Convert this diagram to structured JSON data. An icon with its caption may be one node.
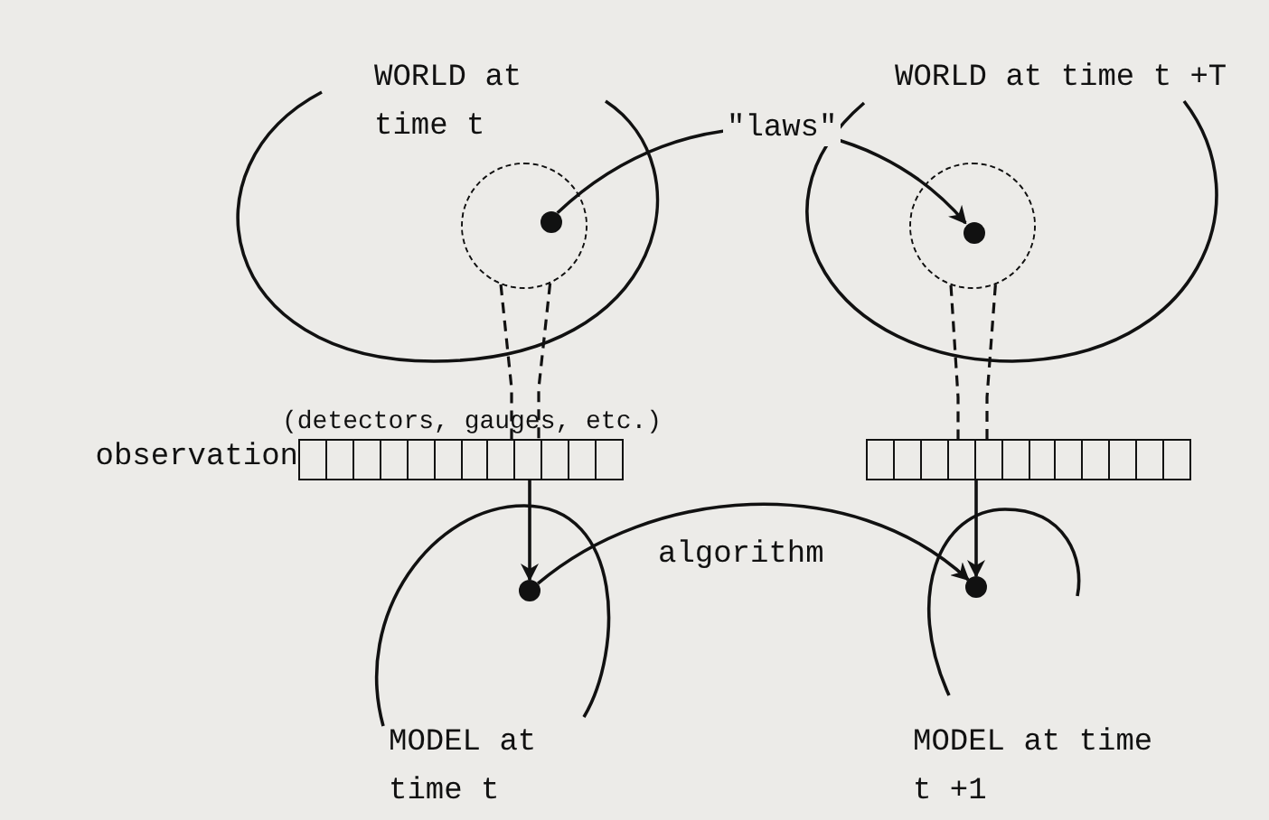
{
  "diagram": {
    "nodes": [
      {
        "text": [
          "WORLD at time t"
        ]
      },
      {
        "text": [
          "WORLD at time t +T"
        ]
      },
      {
        "text": [],
        "shape": "circle",
        "in": 0
      },
      {
        "text": [],
        "shape": "circle",
        "in": 1
      },
      {
        "text": [],
        "shape": "circle",
        "in": 2
      },
      {
        "text": [],
        "shape": "circle",
        "in": 3
      },
      {
        "text": [],
        "shape": "bar",
        "beside": [
          "(detectors, gauges, etc.)",
          "observation"
        ]
      },
      {
        "text": [],
        "shape": "bar"
      },
      {
        "text": [
          "MODEL at time t"
        ]
      },
      {
        "text": [
          "MODEL at time t +1"
        ]
      },
      {
        "text": [],
        "shape": "circle",
        "in": 8
      },
      {
        "text": [],
        "shape": "circle",
        "in": 9
      }
    ],
    "edges": [
      {
        "from": 4,
        "to": 5,
        "label": "\"laws\"",
        "arrow": "to"
      },
      {
        "from": 2,
        "to": 6,
        "arrow": "none",
        "style": "dashed"
      },
      {
        "from": 3,
        "to": 7,
        "arrow": "none",
        "style": "dashed"
      },
      {
        "from": 6,
        "to": 10,
        "arrow": "to"
      },
      {
        "from": 7,
        "to": 11,
        "arrow": "to"
      },
      {
        "from": 10,
        "to": 11,
        "label": "algorithm",
        "arrow": "to"
      }
    ]
  }
}
